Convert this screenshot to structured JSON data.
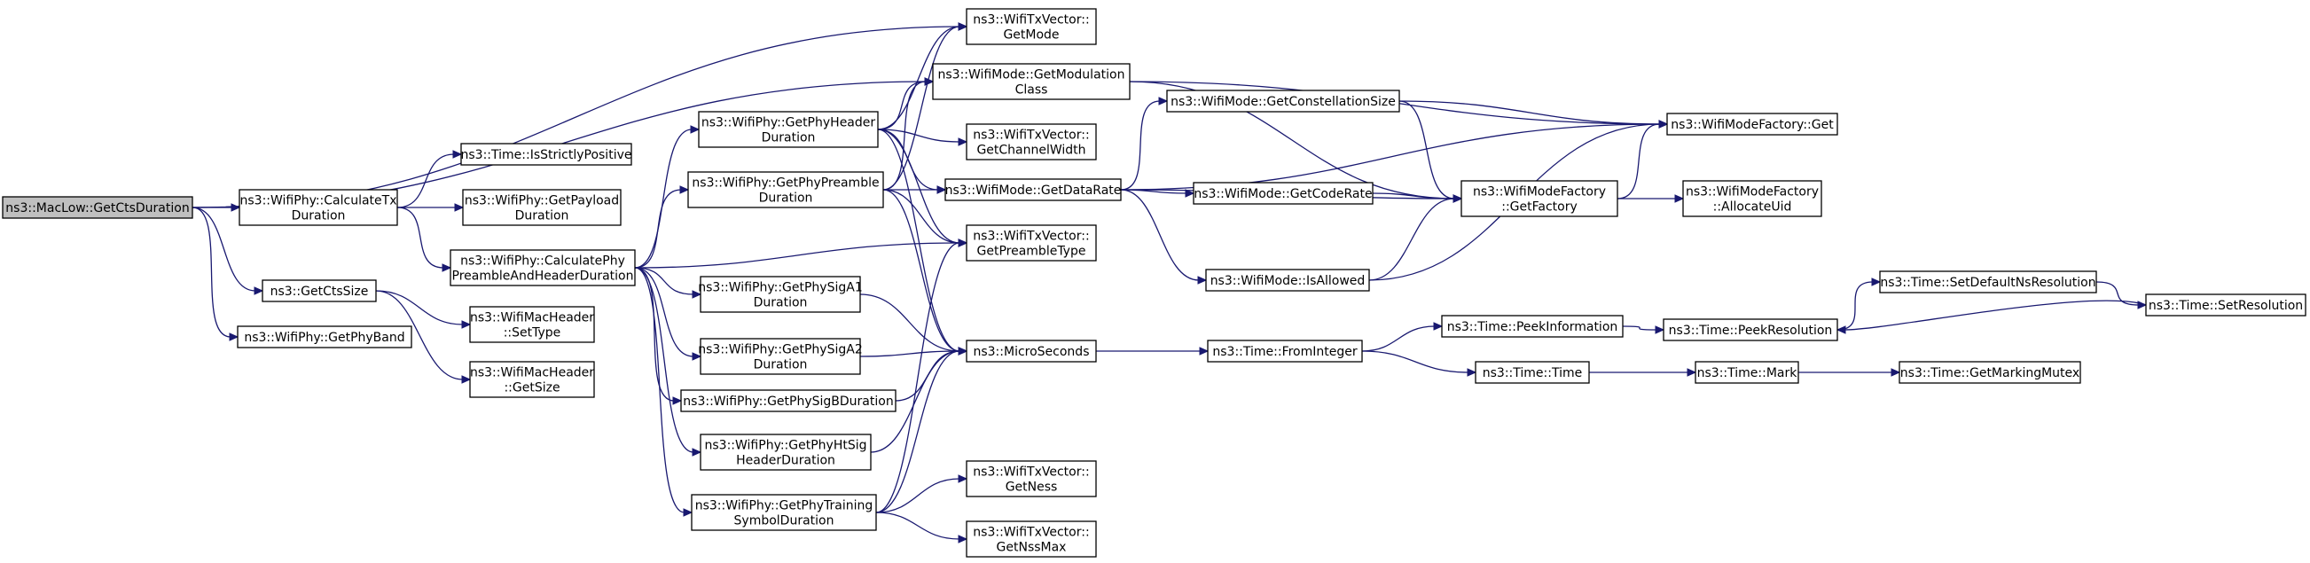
{
  "nodes": {
    "getctsduration": {
      "lines": [
        "ns3::MacLow::GetCtsDuration"
      ]
    },
    "calctx": {
      "lines": [
        "ns3::WifiPhy::CalculateTx",
        "Duration"
      ]
    },
    "getctssize": {
      "lines": [
        "ns3::GetCtsSize"
      ]
    },
    "getphyband": {
      "lines": [
        "ns3::WifiPhy::GetPhyBand"
      ]
    },
    "isstrictlypositive": {
      "lines": [
        "ns3::Time::IsStrictlyPositive"
      ]
    },
    "getpayload": {
      "lines": [
        "ns3::WifiPhy::GetPayload",
        "Duration"
      ]
    },
    "calcphypreamble": {
      "lines": [
        "ns3::WifiPhy::CalculatePhy",
        "PreambleAndHeaderDuration"
      ]
    },
    "settype": {
      "lines": [
        "ns3::WifiMacHeader",
        "::SetType"
      ]
    },
    "getsize": {
      "lines": [
        "ns3::WifiMacHeader",
        "::GetSize"
      ]
    },
    "getphyheader": {
      "lines": [
        "ns3::WifiPhy::GetPhyHeader",
        "Duration"
      ]
    },
    "getphypreamble": {
      "lines": [
        "ns3::WifiPhy::GetPhyPreamble",
        "Duration"
      ]
    },
    "getphysiga1": {
      "lines": [
        "ns3::WifiPhy::GetPhySigA1",
        "Duration"
      ]
    },
    "getphysiga2": {
      "lines": [
        "ns3::WifiPhy::GetPhySigA2",
        "Duration"
      ]
    },
    "getphysigb": {
      "lines": [
        "ns3::WifiPhy::GetPhySigBDuration"
      ]
    },
    "getphyhtsig": {
      "lines": [
        "ns3::WifiPhy::GetPhyHtSig",
        "HeaderDuration"
      ]
    },
    "getphytraining": {
      "lines": [
        "ns3::WifiPhy::GetPhyTraining",
        "SymbolDuration"
      ]
    },
    "getmode": {
      "lines": [
        "ns3::WifiTxVector::",
        "GetMode"
      ]
    },
    "getmodulation": {
      "lines": [
        "ns3::WifiMode::GetModulation",
        "Class"
      ]
    },
    "getchannelwidth": {
      "lines": [
        "ns3::WifiTxVector::",
        "GetChannelWidth"
      ]
    },
    "getdatarate": {
      "lines": [
        "ns3::WifiMode::GetDataRate"
      ]
    },
    "getpreambletype": {
      "lines": [
        "ns3::WifiTxVector::",
        "GetPreambleType"
      ]
    },
    "microseconds": {
      "lines": [
        "ns3::MicroSeconds"
      ]
    },
    "getness": {
      "lines": [
        "ns3::WifiTxVector::",
        "GetNess"
      ]
    },
    "getnssmax": {
      "lines": [
        "ns3::WifiTxVector::",
        "GetNssMax"
      ]
    },
    "getconstellation": {
      "lines": [
        "ns3::WifiMode::GetConstellationSize"
      ]
    },
    "getcoderate": {
      "lines": [
        "ns3::WifiMode::GetCodeRate"
      ]
    },
    "isallowed": {
      "lines": [
        "ns3::WifiMode::IsAllowed"
      ]
    },
    "fromint": {
      "lines": [
        "ns3::Time::FromInteger"
      ]
    },
    "getfactory": {
      "lines": [
        "ns3::WifiModeFactory",
        "::GetFactory"
      ]
    },
    "factoryget": {
      "lines": [
        "ns3::WifiModeFactory::Get"
      ]
    },
    "allocateuid": {
      "lines": [
        "ns3::WifiModeFactory",
        "::AllocateUid"
      ]
    },
    "peekinfo": {
      "lines": [
        "ns3::Time::PeekInformation"
      ]
    },
    "peekres": {
      "lines": [
        "ns3::Time::PeekResolution"
      ]
    },
    "timetime": {
      "lines": [
        "ns3::Time::Time"
      ]
    },
    "mark": {
      "lines": [
        "ns3::Time::Mark"
      ]
    },
    "setdefaultns": {
      "lines": [
        "ns3::Time::SetDefaultNsResolution"
      ]
    },
    "setres": {
      "lines": [
        "ns3::Time::SetResolution"
      ]
    },
    "getmarkingmutex": {
      "lines": [
        "ns3::Time::GetMarkingMutex"
      ]
    }
  },
  "edges": [
    [
      "getctsduration",
      "calctx"
    ],
    [
      "getctsduration",
      "getctssize"
    ],
    [
      "getctsduration",
      "getphyband"
    ],
    [
      "getctsduration",
      "getmode"
    ],
    [
      "getctsduration",
      "getmodulation"
    ],
    [
      "calctx",
      "isstrictlypositive"
    ],
    [
      "calctx",
      "getpayload"
    ],
    [
      "calctx",
      "calcphypreamble"
    ],
    [
      "getctssize",
      "settype"
    ],
    [
      "getctssize",
      "getsize"
    ],
    [
      "calcphypreamble",
      "getphyheader"
    ],
    [
      "calcphypreamble",
      "getphypreamble"
    ],
    [
      "calcphypreamble",
      "getphysiga1"
    ],
    [
      "calcphypreamble",
      "getphysiga2"
    ],
    [
      "calcphypreamble",
      "getphysigb"
    ],
    [
      "calcphypreamble",
      "getphyhtsig"
    ],
    [
      "calcphypreamble",
      "getphytraining"
    ],
    [
      "calcphypreamble",
      "getpreambletype"
    ],
    [
      "getphyheader",
      "getmode"
    ],
    [
      "getphyheader",
      "getmodulation"
    ],
    [
      "getphyheader",
      "getchannelwidth"
    ],
    [
      "getphyheader",
      "getdatarate"
    ],
    [
      "getphyheader",
      "getpreambletype"
    ],
    [
      "getphyheader",
      "microseconds"
    ],
    [
      "getphypreamble",
      "getmode"
    ],
    [
      "getphypreamble",
      "getmodulation"
    ],
    [
      "getphypreamble",
      "getdatarate"
    ],
    [
      "getphypreamble",
      "getpreambletype"
    ],
    [
      "getphypreamble",
      "microseconds"
    ],
    [
      "getphysiga1",
      "microseconds"
    ],
    [
      "getphysiga2",
      "microseconds"
    ],
    [
      "getphysigb",
      "microseconds"
    ],
    [
      "getphyhtsig",
      "microseconds"
    ],
    [
      "getphytraining",
      "getpreambletype"
    ],
    [
      "getphytraining",
      "microseconds"
    ],
    [
      "getphytraining",
      "getness"
    ],
    [
      "getphytraining",
      "getnssmax"
    ],
    [
      "getmodulation",
      "factoryget"
    ],
    [
      "getmodulation",
      "getfactory"
    ],
    [
      "getdatarate",
      "getconstellation"
    ],
    [
      "getdatarate",
      "getcoderate"
    ],
    [
      "getdatarate",
      "isallowed"
    ],
    [
      "getdatarate",
      "getfactory"
    ],
    [
      "getdatarate",
      "factoryget"
    ],
    [
      "getconstellation",
      "factoryget"
    ],
    [
      "getconstellation",
      "getfactory"
    ],
    [
      "getcoderate",
      "getfactory"
    ],
    [
      "isallowed",
      "getfactory"
    ],
    [
      "isallowed",
      "factoryget"
    ],
    [
      "microseconds",
      "fromint"
    ],
    [
      "fromint",
      "peekinfo"
    ],
    [
      "fromint",
      "timetime"
    ],
    [
      "getfactory",
      "factoryget"
    ],
    [
      "getfactory",
      "allocateuid"
    ],
    [
      "peekinfo",
      "peekres"
    ],
    [
      "peekres",
      "setdefaultns"
    ],
    [
      "setdefaultns",
      "setres"
    ],
    [
      "setres",
      "peekres"
    ],
    [
      "timetime",
      "mark"
    ],
    [
      "mark",
      "getmarkingmutex"
    ]
  ],
  "colors": {
    "edge": "#191970",
    "root_fill": "#bfbfbf",
    "node_fill": "#ffffff",
    "node_border": "#000000"
  }
}
